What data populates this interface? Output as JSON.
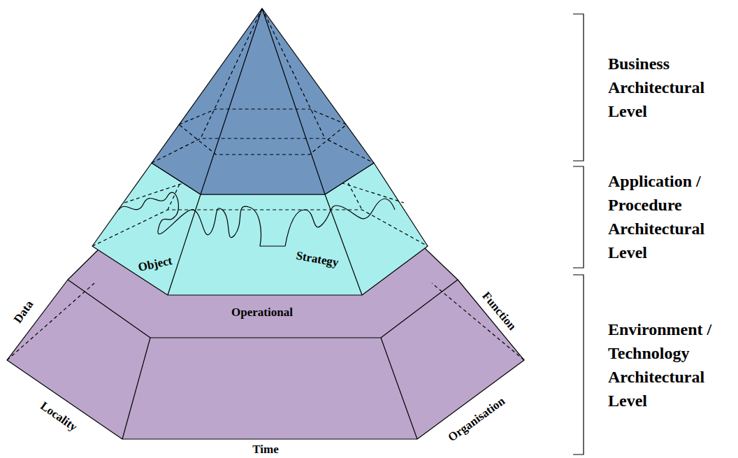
{
  "diagram": {
    "labels": [
      "Business Architectural Level",
      "Application / Procedure Architectural Level",
      "Environment / Technology Architectural Level",
      "Object",
      "Strategy",
      "Operational",
      "Data",
      "Function",
      "Locality",
      "Time",
      "Organisation"
    ]
  }
}
